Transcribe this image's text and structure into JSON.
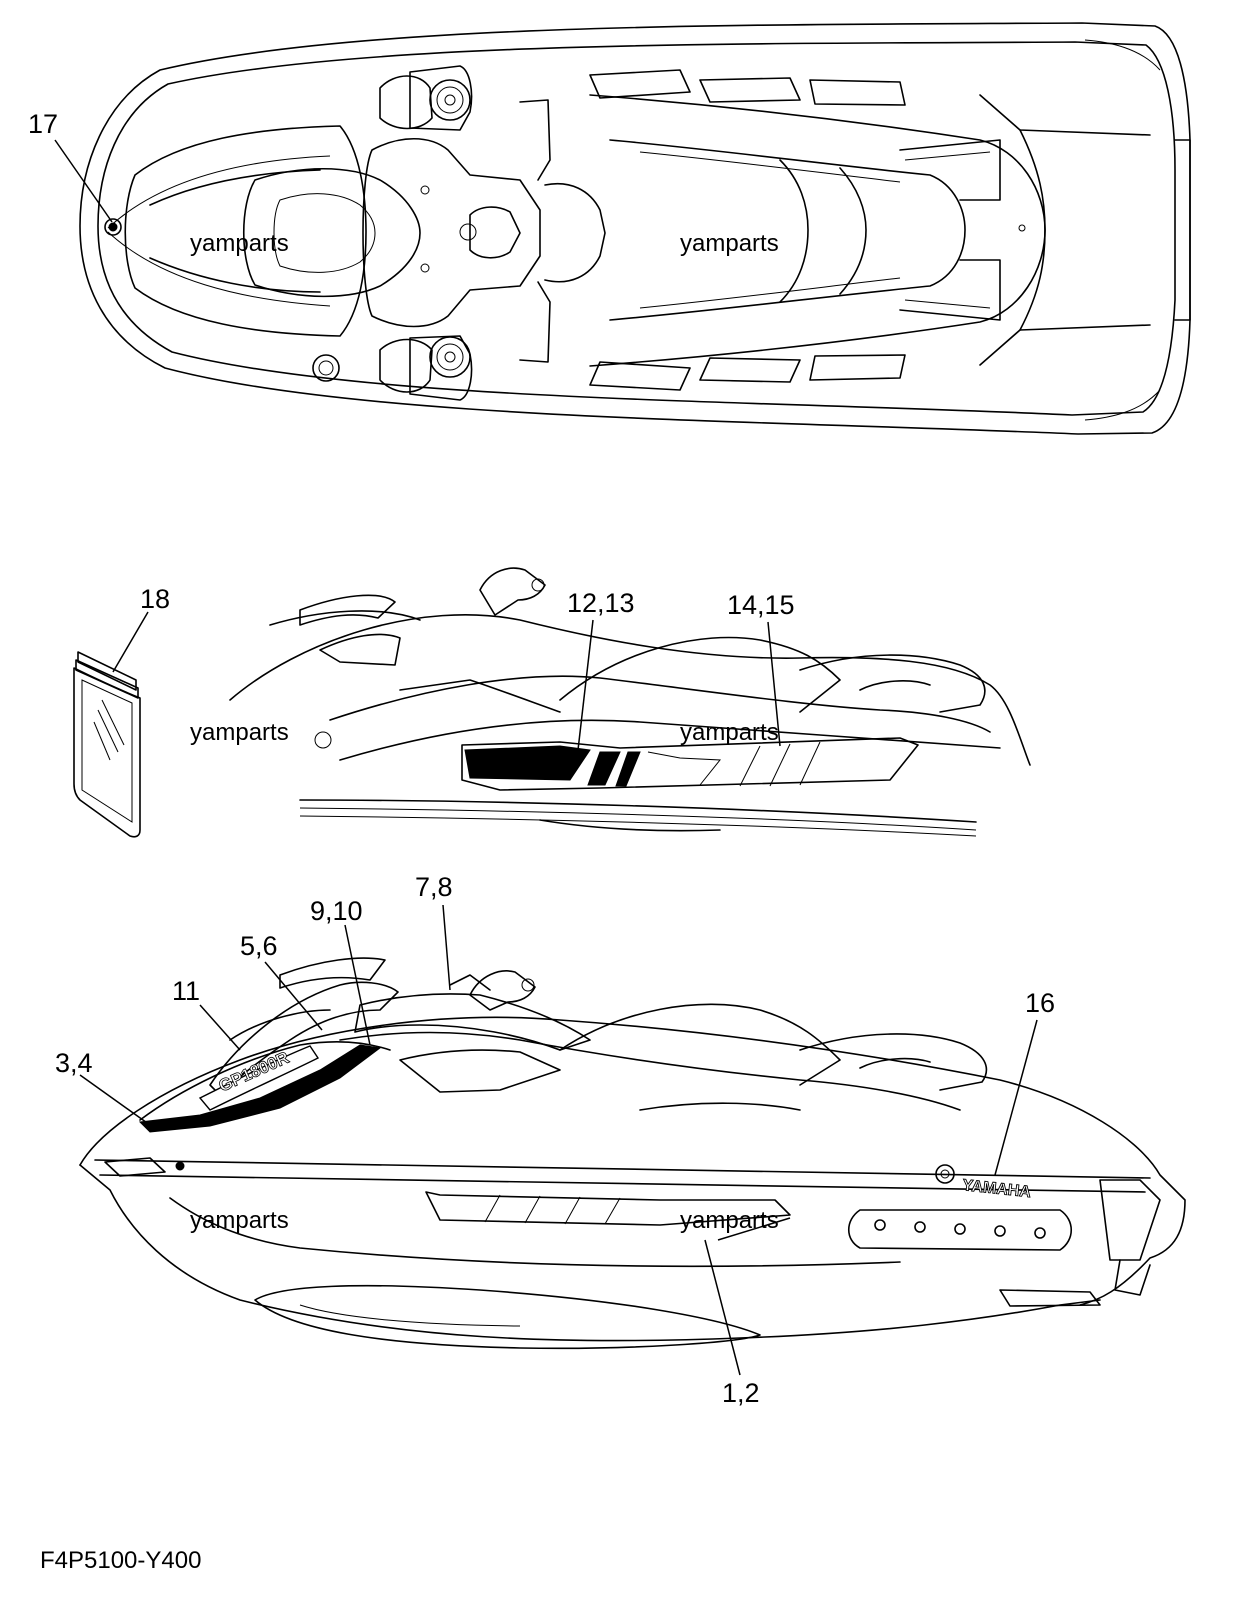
{
  "diagram": {
    "drawing_code": "F4P5100-Y400",
    "watermark": "yamparts",
    "brand_mark": "YAMAHA",
    "callouts": {
      "c1_2": "1,2",
      "c3_4": "3,4",
      "c5_6": "5,6",
      "c7_8": "7,8",
      "c9_10": "9,10",
      "c11": "11",
      "c12_13": "12,13",
      "c14_15": "14,15",
      "c16": "16",
      "c17": "17",
      "c18": "18"
    }
  }
}
